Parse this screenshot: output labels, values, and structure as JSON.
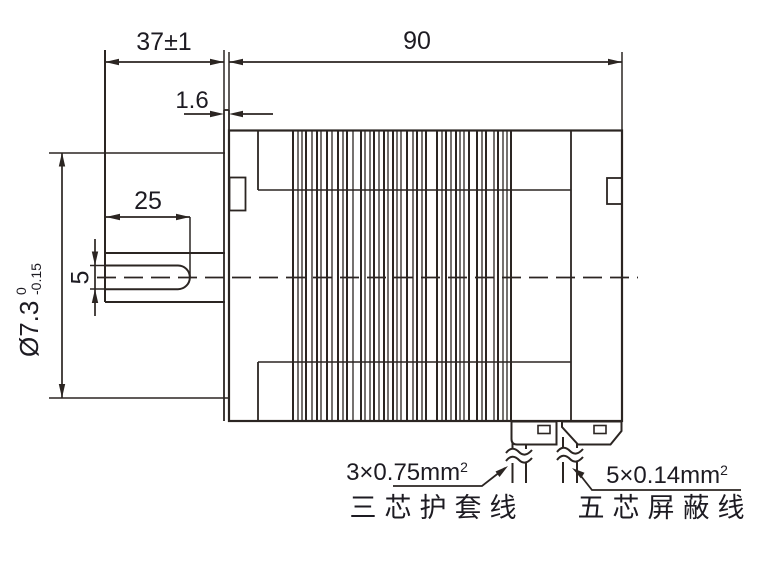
{
  "drawing": {
    "type": "motor-outline-dimension-drawing",
    "dimensions": {
      "front_length": "37±1",
      "body_length": "90",
      "plate_thickness": "1.6",
      "shaft_flat_length": "25",
      "shaft_flat_width": "5",
      "shaft_diameter_main": "Ø7.3",
      "shaft_diameter_tol_upper": "0",
      "shaft_diameter_tol_lower": "-0.15"
    },
    "cables": {
      "cable1": {
        "spec_main": "3×0.75mm",
        "spec_sup": "2",
        "name_cn": "三芯护套线"
      },
      "cable2": {
        "spec_main": "5×0.14mm",
        "spec_sup": "2",
        "name_cn": "五芯屏蔽线"
      }
    },
    "colors": {
      "line": "#2b2522",
      "text": "#1d1b22",
      "background": "#ffffff"
    },
    "fins": [
      [
        293,
        2
      ],
      [
        298,
        1.3
      ],
      [
        302,
        1.3
      ],
      [
        306,
        2
      ],
      [
        312,
        1.3
      ],
      [
        317,
        2
      ],
      [
        321,
        1.3
      ],
      [
        327,
        2
      ],
      [
        332,
        1.3
      ],
      [
        338,
        2
      ],
      [
        343,
        1.3
      ],
      [
        347,
        2
      ],
      [
        353,
        1.3
      ],
      [
        361,
        2
      ],
      [
        365,
        1.3
      ],
      [
        370,
        1.3
      ],
      [
        374,
        2
      ],
      [
        379,
        1.3
      ],
      [
        384,
        2
      ],
      [
        388,
        1.3
      ],
      [
        393,
        2
      ],
      [
        397,
        1.3
      ],
      [
        401,
        1.3
      ],
      [
        407,
        2
      ],
      [
        413,
        1.3
      ],
      [
        417,
        2
      ],
      [
        422,
        1.3
      ],
      [
        426,
        2
      ],
      [
        437,
        2
      ],
      [
        442,
        1.3
      ],
      [
        446,
        2
      ],
      [
        451,
        1.3
      ],
      [
        456,
        2
      ],
      [
        460,
        1.3
      ],
      [
        464,
        1.3
      ],
      [
        469,
        2
      ],
      [
        477,
        2
      ],
      [
        482,
        1.3
      ],
      [
        486,
        2
      ],
      [
        494,
        1.3
      ],
      [
        498,
        2
      ],
      [
        503,
        1.3
      ],
      [
        507,
        1.3
      ],
      [
        511,
        2
      ]
    ],
    "fin_top": 130.5,
    "fin_bottom": 421
  }
}
